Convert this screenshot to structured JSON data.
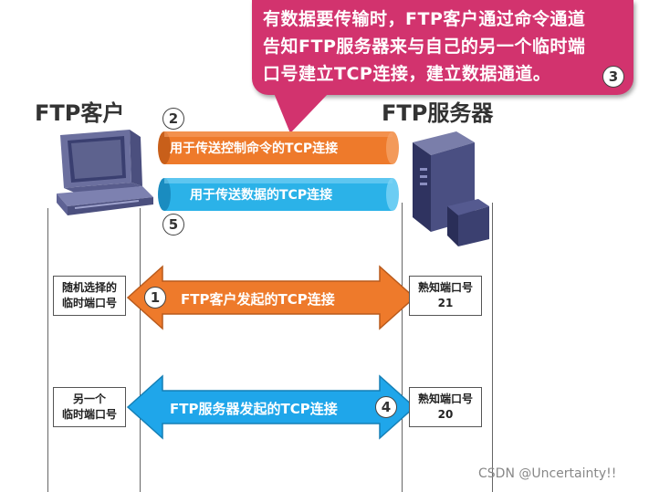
{
  "callout": {
    "lines": [
      "有数据要传输时，FTP客户通过命令通道",
      "告知FTP服务器来与自己的另一个临时端",
      "口号建立TCP连接，建立数据通道。"
    ],
    "step_badge": "3"
  },
  "client": {
    "title": "FTP客户",
    "icon": "computer-icon"
  },
  "server": {
    "title": "FTP服务器",
    "icon": "server-tower-icon"
  },
  "channels": {
    "control": {
      "label": "用于传送控制命令的TCP连接",
      "step": "2",
      "color": "#ee7a2b"
    },
    "data": {
      "label": "用于传送数据的TCP连接",
      "step": "5",
      "color": "#2bb2e8"
    }
  },
  "arrows": {
    "client_initiated": {
      "label": "FTP客户发起的TCP连接",
      "step": "1",
      "color": "#ee7a2b"
    },
    "server_initiated": {
      "label": "FTP服务器发起的TCP连接",
      "step": "4",
      "color": "#1fa6ea"
    }
  },
  "ports": {
    "client_random": {
      "line1": "随机选择的",
      "line2": "临时端口号"
    },
    "client_other": {
      "line1": "另一个",
      "line2": "临时端口号"
    },
    "server_21": {
      "line1": "熟知端口号",
      "line2": "21"
    },
    "server_20": {
      "line1": "熟知端口号",
      "line2": "20"
    }
  },
  "watermark": "CSDN @Uncertainty!!"
}
